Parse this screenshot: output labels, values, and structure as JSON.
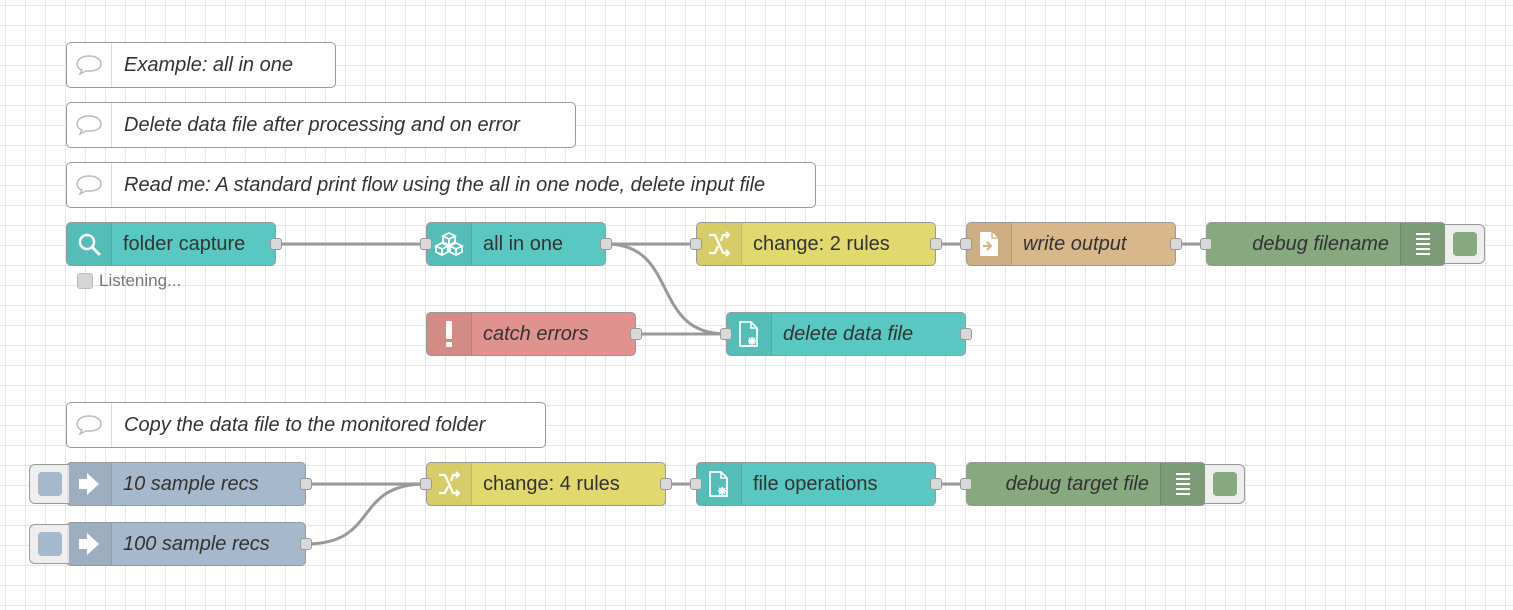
{
  "comments": {
    "c1": "Example: all in one",
    "c2": "Delete data file after processing and on error",
    "c3": "Read me: A standard print flow using the all in one node, delete input file",
    "c4": "Copy the data file to the monitored folder"
  },
  "nodes": {
    "folder_capture": {
      "label": "folder capture",
      "status": "Listening...",
      "color": "#5ac8c2",
      "icon": "search-icon"
    },
    "all_in_one": {
      "label": "all in one",
      "color": "#5ac8c2",
      "icon": "cubes-icon"
    },
    "change_2": {
      "label": "change: 2 rules",
      "color": "#e2d96e",
      "icon": "shuffle-icon"
    },
    "write_output": {
      "label": "write output",
      "color": "#d8b78a",
      "icon": "file-out-icon"
    },
    "debug_filename": {
      "label": "debug filename",
      "color": "#87a980",
      "icon": "debug-list-icon"
    },
    "catch_errors": {
      "label": "catch errors",
      "color": "#e0938e",
      "icon": "exclamation-icon"
    },
    "delete_data_file": {
      "label": "delete data file",
      "color": "#5ac8c2",
      "icon": "file-star-icon"
    },
    "sample_10": {
      "label": "10 sample recs",
      "color": "#a6b8cb",
      "icon": "inject-arrow-icon"
    },
    "sample_100": {
      "label": "100 sample recs",
      "color": "#a6b8cb",
      "icon": "inject-arrow-icon"
    },
    "change_4": {
      "label": "change: 4 rules",
      "color": "#e2d96e",
      "icon": "shuffle-icon"
    },
    "file_operations": {
      "label": "file operations",
      "color": "#5ac8c2",
      "icon": "file-star-icon"
    },
    "debug_target": {
      "label": "debug target file",
      "color": "#87a980",
      "icon": "debug-list-icon"
    }
  }
}
